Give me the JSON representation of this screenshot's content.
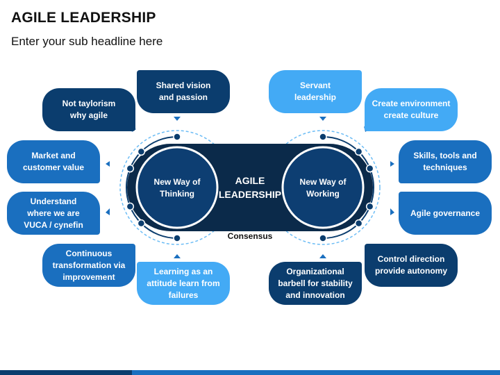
{
  "title": "AGILE LEADERSHIP",
  "subtitle": "Enter your sub headline here",
  "center": {
    "left_circle": "New Way of\nThinking",
    "middle": "AGILE\nLEADERSHIP",
    "right_circle": "New Way of\nWorking",
    "caption": "Consensus"
  },
  "left_items": [
    "Shared vision\nand passion",
    "Not taylorism\nwhy agile",
    "Market and\ncustomer value",
    "Understand\nwhere we are\nVUCA / cynefin",
    "Continuous\ntransformation via\nimprovement",
    "Learning as an\nattitude learn from\nfailures"
  ],
  "right_items": [
    "Servant\nleadership",
    "Create environment\ncreate culture",
    "Skills, tools and\ntechniques",
    "Agile governance",
    "Control direction\nprovide autonomy",
    "Organizational\nbarbell for stability\nand innovation"
  ],
  "colors": {
    "navy": "#0b3d6e",
    "blue": "#1a6fbf",
    "light_blue": "#43aaf5",
    "center_pill": "#0b2a4a",
    "circle": "#0d3e72",
    "dashed_ring": "#6bbcf5"
  }
}
